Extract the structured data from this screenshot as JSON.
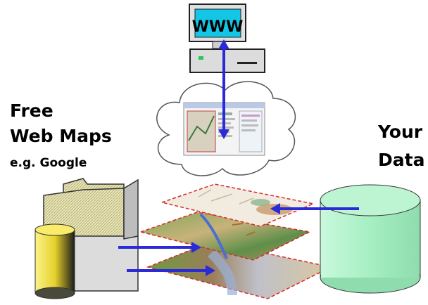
{
  "monitor": {
    "screen_text": "WWW"
  },
  "free_maps": {
    "line1": "Free",
    "line2": "Web Maps",
    "line3": "e.g. Google"
  },
  "your_data": {
    "line1": "Your",
    "line2": "Data"
  },
  "colors": {
    "arrow": "#2a2ad8",
    "database": "#a8f0c8",
    "monitor_screen": "#13c6e6",
    "cloud_outline": "#555555",
    "layer_border": "#d42a2a",
    "folder_pattern": "#d8d4a0",
    "cylinder_yellow": "#f2e24a"
  },
  "icons": [
    "computer-icon",
    "cloud-icon",
    "folder-icon",
    "cylinder-icon",
    "database-icon",
    "map-layers-icon",
    "arrow-icon"
  ]
}
